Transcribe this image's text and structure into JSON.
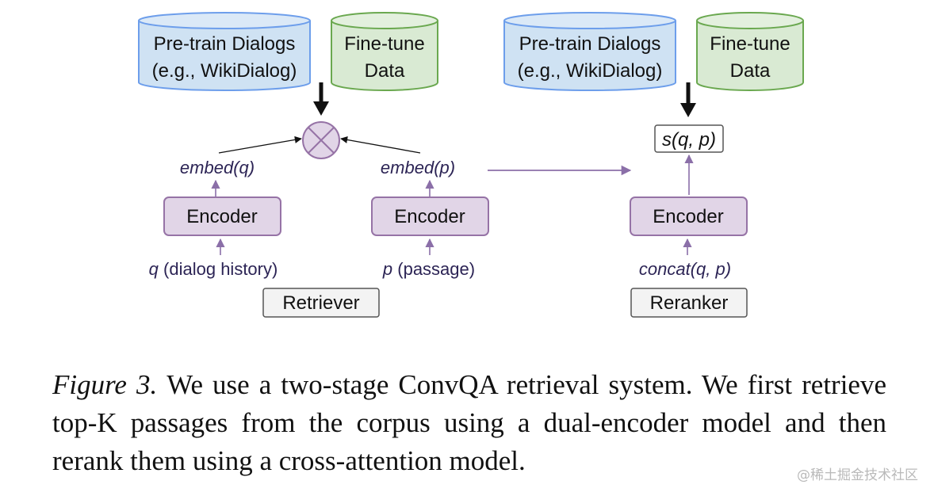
{
  "retriever": {
    "pretrain_db": {
      "line1": "Pre-train Dialogs",
      "line2": "(e.g., WikiDialog)"
    },
    "finetune_db": {
      "line1": "Fine-tune",
      "line2": "Data"
    },
    "embed_q": "embed(q)",
    "embed_p": "embed(p)",
    "encoder_left": "Encoder",
    "encoder_right": "Encoder",
    "input_q_var": "q",
    "input_q_desc": " (dialog history)",
    "input_p_var": "p",
    "input_p_desc": " (passage)",
    "stage_label": "Retriever"
  },
  "reranker": {
    "pretrain_db": {
      "line1": "Pre-train Dialogs",
      "line2": "(e.g., WikiDialog)"
    },
    "finetune_db": {
      "line1": "Fine-tune",
      "line2": "Data"
    },
    "score": "s(q, p)",
    "encoder": "Encoder",
    "input": "concat(q, p)",
    "stage_label": "Reranker"
  },
  "caption": {
    "figure_label": "Figure 3.",
    "text": "We use a two-stage ConvQA retrieval system. We first retrieve top-K passages from the corpus using a dual-encoder model and then rerank them using a cross-attention model."
  },
  "watermark": "@稀土掘金技术社区",
  "colors": {
    "db_blue_fill": "#cfe2f3",
    "db_blue_stroke": "#6d9eeb",
    "db_green_fill": "#d9ead3",
    "db_green_stroke": "#6aa84f",
    "encoder_fill": "#e1d5e7",
    "encoder_stroke": "#9673a6",
    "arrow_purple": "#8b6fa8"
  },
  "icons": [
    "combine-op-icon"
  ]
}
